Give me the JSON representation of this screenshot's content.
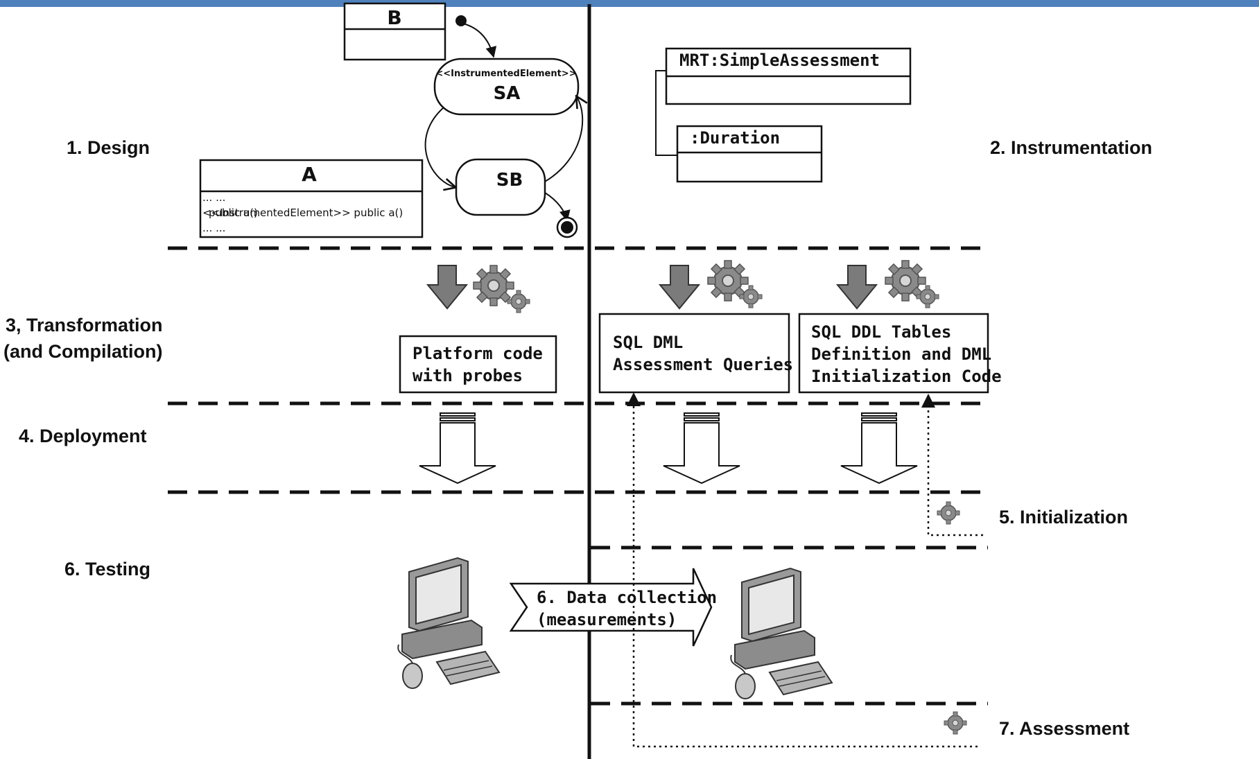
{
  "colors": {
    "top_bar": "#4f81bd",
    "ink": "#111111",
    "gear": "#777777",
    "arrow_gray": "#7b7b7b"
  },
  "phases": {
    "design": "1. Design",
    "instrumentation": "2. Instrumentation",
    "transformation_line1": "3, Transformation",
    "transformation_line2": "(and Compilation)",
    "deployment": "4. Deployment",
    "initialization": "5. Initialization",
    "testing": "6. Testing",
    "assessment": "7. Assessment"
  },
  "design_model": {
    "class_b": "B",
    "class_a": "A",
    "class_a_dots_top": "... ...",
    "class_a_op_1": "<<InstrumentedElement>> public a()",
    "class_a_op_2": "public a()",
    "class_a_dots_bottom": "... ...",
    "state_sa_stereotype": "<<InstrumentedElement>>",
    "state_sa": "SA",
    "state_sb": "SB"
  },
  "instrumentation_model": {
    "simple_assessment": "MRT:SimpleAssessment",
    "duration": ":Duration"
  },
  "artifacts": {
    "platform_line1": "Platform code",
    "platform_line2": "with probes",
    "dml_line1": "SQL DML",
    "dml_line2": "Assessment Queries",
    "ddl_line1": "SQL DDL Tables",
    "ddl_line2": "Definition and DML",
    "ddl_line3": "Initialization Code"
  },
  "data_collection": {
    "line1": "6. Data collection",
    "line2": "(measurements)"
  }
}
